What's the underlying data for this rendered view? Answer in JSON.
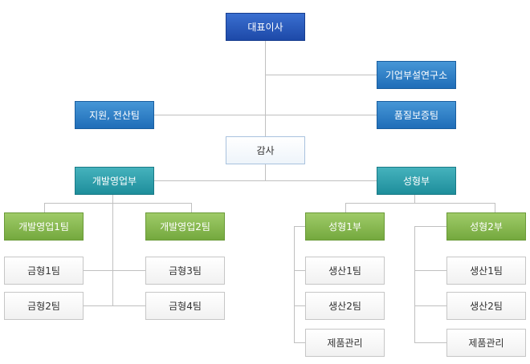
{
  "ceo": "대표이사",
  "research_institute": "기업부설연구소",
  "support_team": "지원, 전산팀",
  "quality_team": "품질보증팀",
  "audit": "감사",
  "sales_dept": {
    "name": "개발영업부",
    "team1": "개발영업1팀",
    "team2": "개발영업2팀",
    "mold_teams": [
      "금형1팀",
      "금형2팀",
      "금형3팀",
      "금형4팀"
    ]
  },
  "molding_dept": {
    "name": "성형부",
    "div1": {
      "name": "성형1부",
      "units": [
        "생산1팀",
        "생산2팀",
        "제품관리"
      ]
    },
    "div2": {
      "name": "성형2부",
      "units": [
        "생산1팀",
        "생산2팀",
        "제품관리"
      ]
    }
  }
}
